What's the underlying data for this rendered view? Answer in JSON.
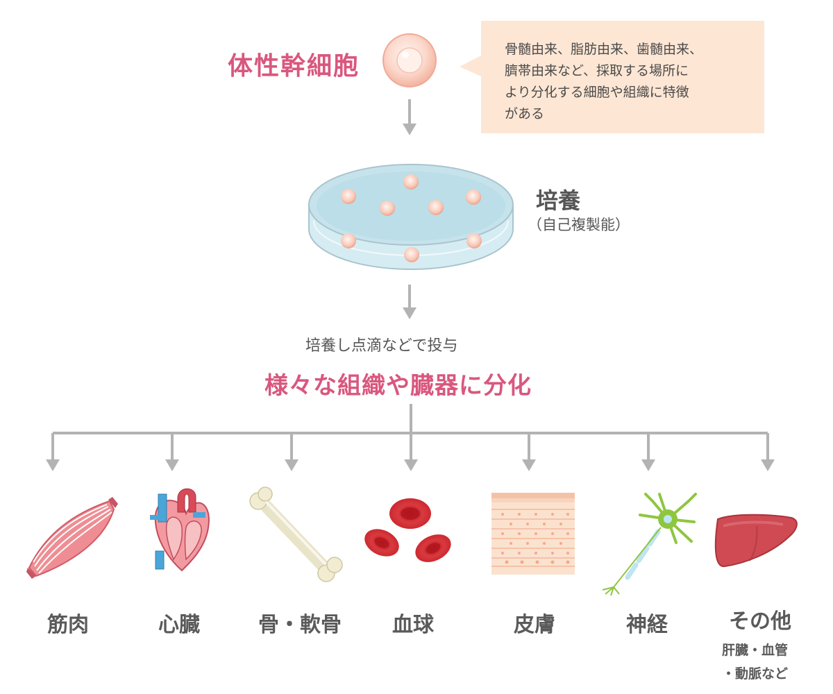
{
  "source": {
    "title": "体性幹細胞",
    "note_lines": [
      "骨髄由来、脂肪由来、歯髄由来、",
      "臍帯由来など、採取する場所に",
      "より分化する細胞や組織に特徴",
      "がある"
    ]
  },
  "culture": {
    "title": "培養",
    "subtitle": "（自己複製能）"
  },
  "process": {
    "line": "培養し点滴などで投与",
    "result": "様々な組織や臓器に分化"
  },
  "targets": [
    {
      "label": "筋肉",
      "icon": "muscle-icon"
    },
    {
      "label": "心臓",
      "icon": "heart-icon"
    },
    {
      "label": "骨・軟骨",
      "icon": "bone-icon"
    },
    {
      "label": "血球",
      "icon": "blood-cell-icon"
    },
    {
      "label": "皮膚",
      "icon": "skin-icon"
    },
    {
      "label": "神経",
      "icon": "neuron-icon"
    },
    {
      "label": "その他",
      "icon": "liver-icon",
      "sub_lines": [
        "肝臓・血管",
        "・動脈など"
      ]
    }
  ],
  "colors": {
    "accent": "#d9577e",
    "arrow": "#b3b3b3",
    "note_bg": "#fde6d4",
    "dish": "#cfe8ef",
    "cell": "#f9c8b8"
  }
}
